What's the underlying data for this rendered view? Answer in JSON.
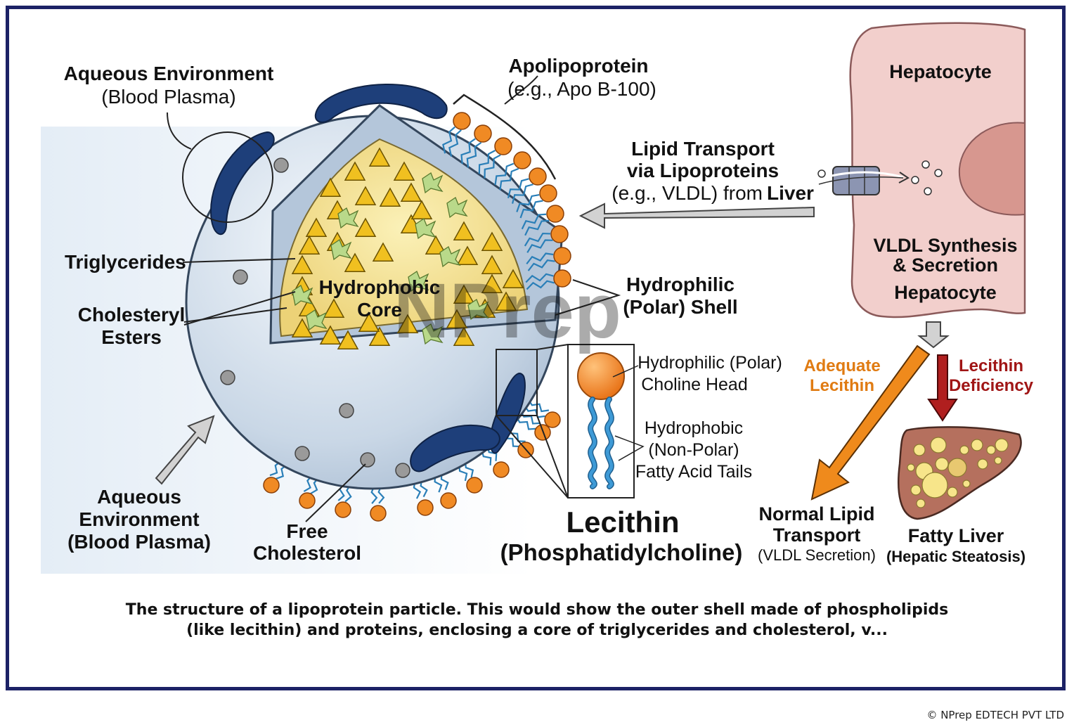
{
  "labels": {
    "aqueous_top": "Aqueous Environment",
    "aqueous_top_sub": "(Blood Plasma)",
    "apolipoprotein": "Apolipoprotein",
    "apolipoprotein_sub": "(e.g., Apo B-100)",
    "triglycerides": "Triglycerides",
    "cholesteryl_1": "Cholesteryl",
    "cholesteryl_2": "Esters",
    "core_1": "Hydrophobic",
    "core_2": "Core",
    "transport_1": "Lipid Transport",
    "transport_2": "via Lipoproteins",
    "transport_3": "(e.g., VLDL) from",
    "transport_liver": "Liver",
    "shell_1": "Hydrophilic",
    "shell_2": "(Polar) Shell",
    "head_1": "Hydrophilic (Polar)",
    "head_2": "Choline Head",
    "tails_1": "Hydrophobic",
    "tails_2": "(Non-Polar)",
    "tails_3": "Fatty Acid Tails",
    "lecithin_title": "Lecithin",
    "lecithin_sub": "(Phosphatidylcholine)",
    "aqueous_bottom_1": "Aqueous",
    "aqueous_bottom_2": "Environment",
    "aqueous_bottom_3": "(Blood Plasma)",
    "free_chol_1": "Free",
    "free_chol_2": "Cholesterol",
    "hepatocyte_top": "Hepatocyte",
    "vldl_1": "VLDL Synthesis",
    "vldl_2": "& Secretion",
    "hepatocyte_bottom": "Hepatocyte",
    "adequate_1": "Adequate",
    "adequate_2": "Lecithin",
    "deficiency_1": "Lecithin",
    "deficiency_2": "Deficiency",
    "normal_1": "Normal Lipid",
    "normal_2": "Transport",
    "normal_3": "(VLDL Secretion)",
    "fatty_1": "Fatty Liver",
    "fatty_2": "(Hepatic Steatosis)"
  },
  "watermark": "NPrep",
  "caption": "The structure of a lipoprotein particle. This would show the outer shell made of phospholipids (like lecithin) and proteins, enclosing a core of triglycerides and cholesterol, v...",
  "copyright": "© NPrep EDTECH PVT LTD",
  "colors": {
    "frame": "#1c2266",
    "apoprotein": "#1e3f7a",
    "phospholipid_head": "#f08a24",
    "phospholipid_tail": "#2a7fb8",
    "core": "#f6e08a",
    "triglyceride": "#f0c020",
    "cholesteryl_ester": "#b9d98a",
    "hepatocyte": "#f2cfcc",
    "adequate_arrow": "#ef8a1c",
    "deficiency_arrow": "#b01f1f",
    "liver": "#b5705e"
  }
}
